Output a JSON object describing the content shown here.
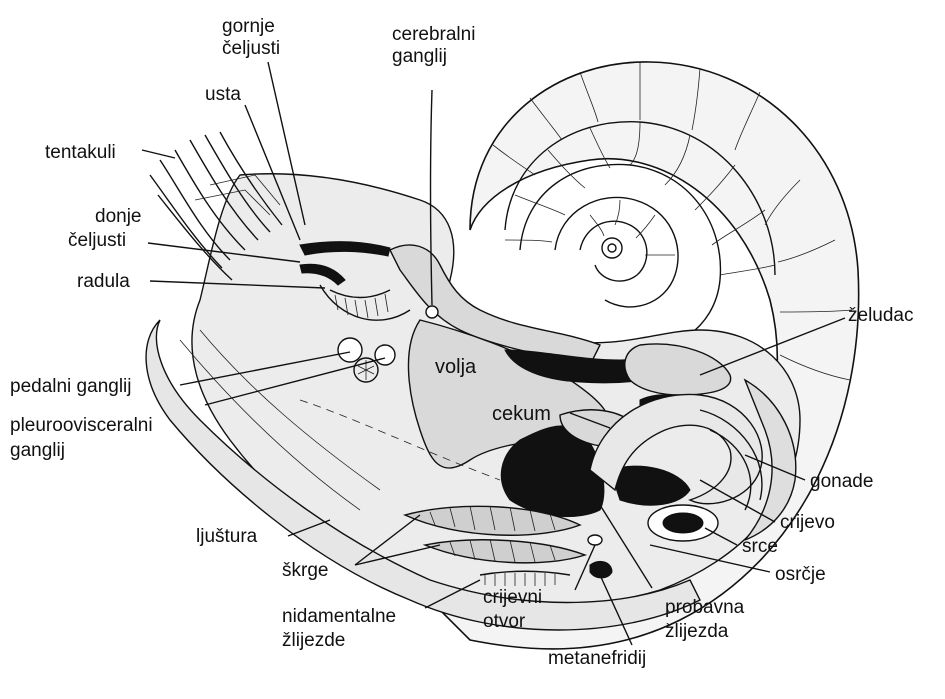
{
  "labels": {
    "gornje_celjusti_1": "gornje",
    "gornje_celjusti_2": "čeljusti",
    "usta": "usta",
    "cerebralni_1": "cerebralni",
    "cerebralni_2": "ganglij",
    "tentakuli": "tentakuli",
    "donje_1": "donje",
    "donje_2": "čeljusti",
    "radula": "radula",
    "zeludac": "želudac",
    "volja": "volja",
    "pedalni": "pedalni ganglij",
    "pleuro_1": "pleuroovisceralni",
    "pleuro_2": "ganglij",
    "cekum": "cekum",
    "gonade": "gonade",
    "crijevo": "crijevo",
    "srce": "srce",
    "ljustura": "ljuštura",
    "skrge": "škrge",
    "osrcje": "osrčje",
    "nidamentalne_1": "nidamentalne",
    "nidamentalne_2": "žlijezde",
    "crijevni_1": "crijevni",
    "crijevni_2": "otvor",
    "probavna_1": "probavna",
    "probavna_2": "žlijezda",
    "metanefridij": "metanefridij"
  },
  "colors": {
    "ink": "#111111",
    "organ_fill": "#d9d9d9",
    "shell_fill": "#f4f4f4"
  }
}
